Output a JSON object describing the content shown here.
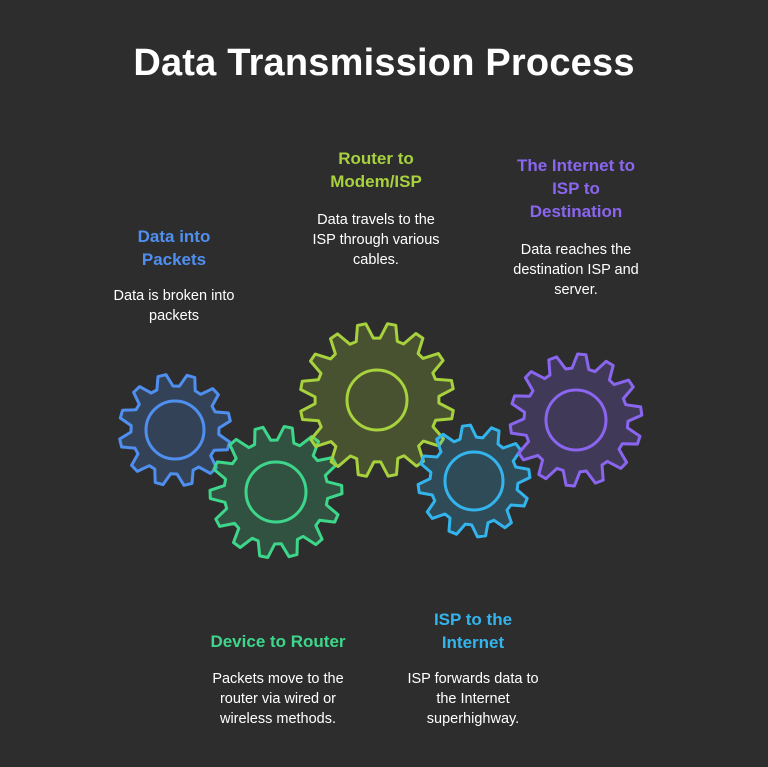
{
  "title": "Data Transmission Process",
  "colors": {
    "background": "#2d2d2d",
    "packets": "#4f8ff0",
    "router": "#3ed68a",
    "modem": "#a7d13d",
    "internet": "#33b4ec",
    "destination": "#8a66f0"
  },
  "steps": {
    "packets": {
      "title_lines": [
        "Data into",
        "Packets"
      ],
      "desc_lines": [
        "Data is broken into",
        "packets"
      ]
    },
    "router": {
      "title_lines": [
        "Device to Router"
      ],
      "desc_lines": [
        "Packets move to the",
        "router via wired or",
        "wireless methods."
      ]
    },
    "modem": {
      "title_lines": [
        "Router to",
        "Modem/ISP"
      ],
      "desc_lines": [
        "Data travels to the",
        "ISP through various",
        "cables."
      ]
    },
    "internet": {
      "title_lines": [
        "ISP to the",
        "Internet"
      ],
      "desc_lines": [
        "ISP forwards data to",
        "the Internet",
        "superhighway."
      ]
    },
    "destination": {
      "title_lines": [
        "The Internet to",
        "ISP to",
        "Destination"
      ],
      "desc_lines": [
        "Data reaches the",
        "destination ISP and",
        "server."
      ]
    }
  },
  "gear_icons": [
    "packets-gear-icon",
    "router-gear-icon",
    "modem-gear-icon",
    "internet-gear-icon",
    "destination-gear-icon"
  ]
}
